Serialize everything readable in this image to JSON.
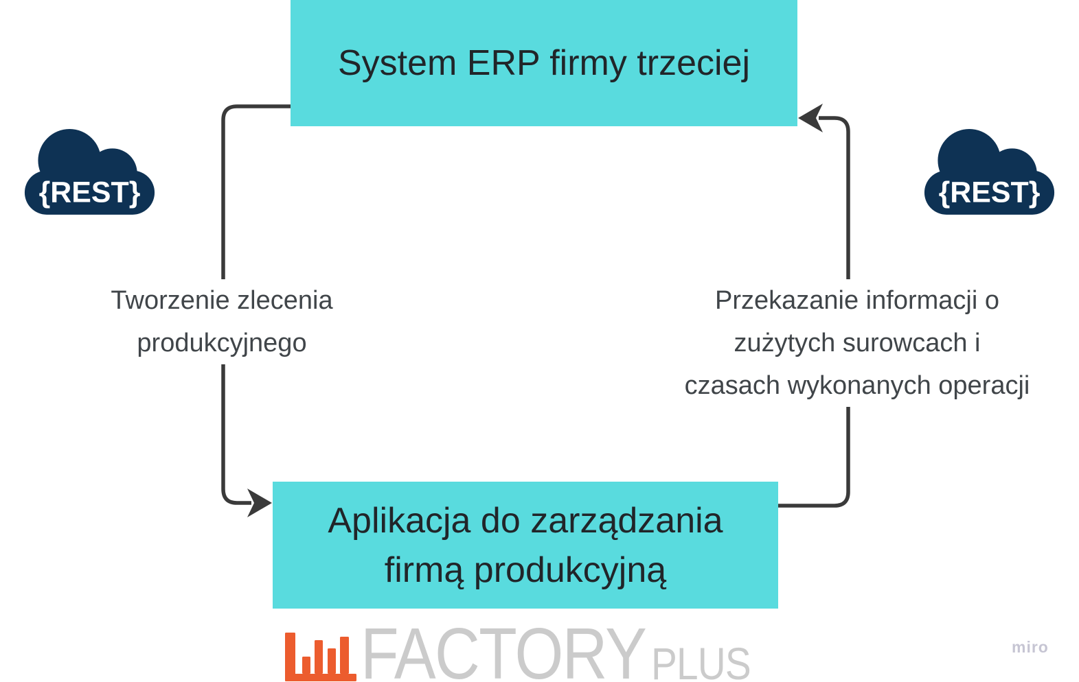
{
  "board": {
    "top_box": {
      "label": "System ERP firmy trzeciej"
    },
    "bottom_box": {
      "lines": [
        "Aplikacja do zarządzania",
        "firmą produkcyjną"
      ]
    },
    "left_cloud": {
      "label": "{REST}"
    },
    "right_cloud": {
      "label": "{REST}"
    },
    "left_label": {
      "lines": [
        "Tworzenie zlecenia",
        "produkcyjnego"
      ]
    },
    "right_label": {
      "lines": [
        "Przekazanie informacji o",
        "zużytych surowcach i",
        "czasach wykonanych operacji"
      ]
    },
    "colors": {
      "box_fill": "#59DBDE",
      "box_text": "#212529",
      "cloud_fill": "#0E3254",
      "arrow": "#3A3A3A",
      "label_text": "#404549",
      "logo_orange": "#EC5C2E",
      "logo_gray": "#CBCBCB",
      "watermark_gray": "#C6C5D3"
    }
  },
  "logo": {
    "brand": "FACTORY",
    "suffix": "PLUS",
    "icon": "bar-chart-icon"
  },
  "watermark": {
    "label": "miro"
  }
}
